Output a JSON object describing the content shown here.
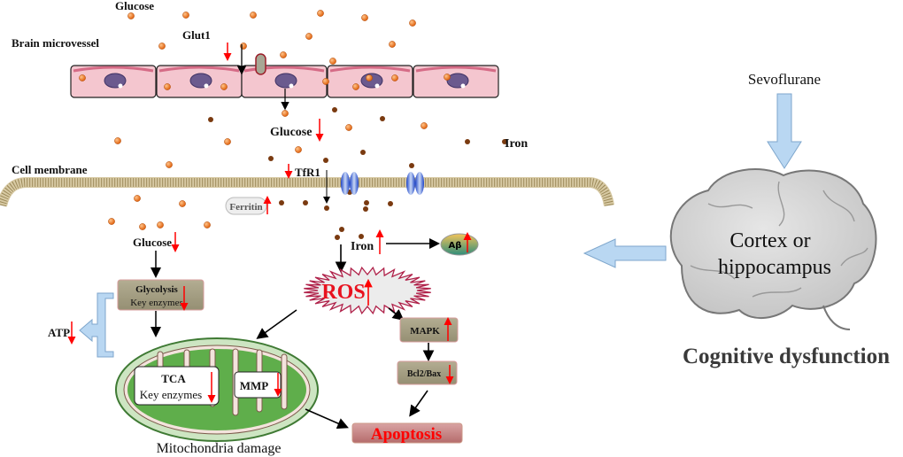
{
  "labels": {
    "glucose_top": "Glucose",
    "brain_microvessel": "Brain microvessel",
    "glut1": "Glut1",
    "glucose_mid": "Glucose",
    "iron_top": "Iron",
    "cell_membrane": "Cell membrane",
    "tfr1": "TfR1",
    "ferritin": "Ferritin",
    "glucose_low": "Glucose",
    "iron_low": "Iron",
    "abeta": "Aβ",
    "glycolysis": "Glycolysis",
    "glycolysis_sub": "Key enzymes",
    "atp": "ATP",
    "ros": "ROS",
    "tca": "TCA",
    "tca_sub": "Key enzymes",
    "mmp": "MMP",
    "mitochondria_damage": "Mitochondria damage",
    "mapk": "MAPK",
    "bcl2_bax": "Bcl2/Bax",
    "apoptosis": "Apoptosis",
    "sevoflurane": "Sevoflurane",
    "cortex_line1": "Cortex or",
    "cortex_line2": "hippocampus",
    "cognitive_dysfunction": "Cognitive dysfunction"
  },
  "regulation": {
    "glut1": "down",
    "glucose_mid": "down",
    "tfr1": "down",
    "ferritin": "up",
    "glucose_low": "down",
    "iron_low": "up",
    "abeta": "up",
    "glycolysis": "down",
    "atp": "down",
    "ros": "up",
    "tca": "down",
    "mmp": "down",
    "mapk": "up",
    "bcl2_bax": "down"
  },
  "colors": {
    "regulation_arrow": "#ff0000",
    "glucose_particle": "#f07a22",
    "iron_particle": "#7a3a10",
    "vessel_cell": "#f4c6cf",
    "pathway_box": "#a8a286",
    "mitochondria": "#6cb85a",
    "apoptosis_text": "#ff0000",
    "highlight_arrow": "#b9d7f2",
    "brain": "#d8d8d8"
  }
}
